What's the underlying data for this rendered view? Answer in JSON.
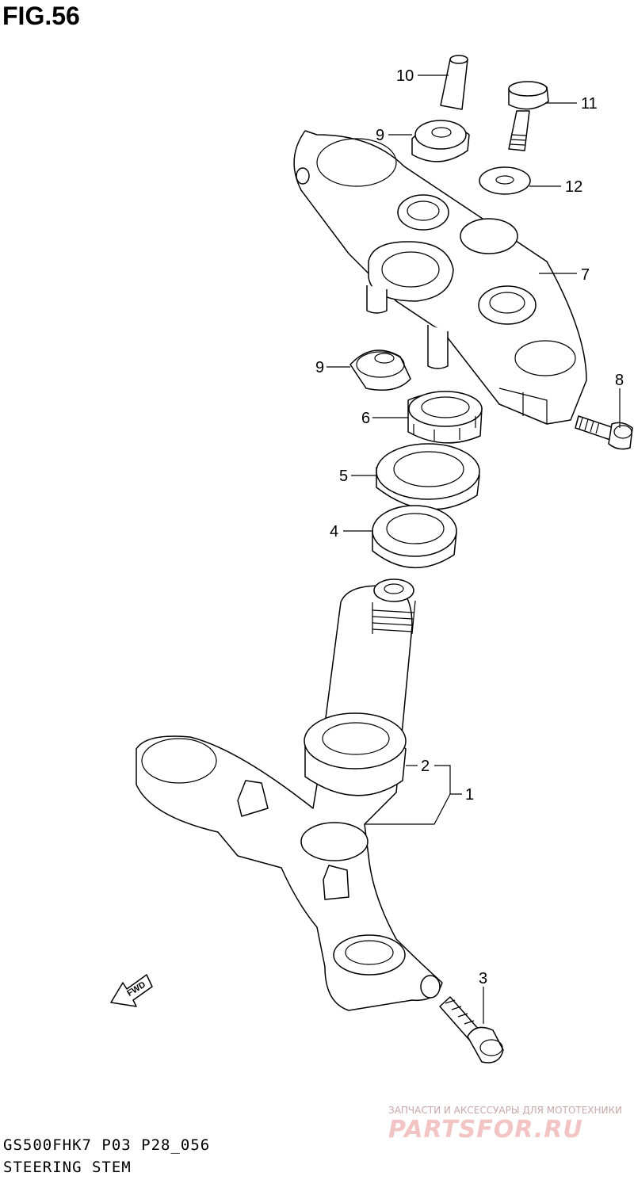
{
  "figure": {
    "title": "FIG.56",
    "model_code": "GS500FHK7  P03 P28_056",
    "section_name": "STEERING STEM"
  },
  "callouts": {
    "c1": "1",
    "c2": "2",
    "c3": "3",
    "c4": "4",
    "c5": "5",
    "c6": "6",
    "c7": "7",
    "c8": "8",
    "c9a": "9",
    "c9b": "9",
    "c10": "10",
    "c11": "11",
    "c12": "12"
  },
  "direction_arrow": {
    "label": "FWD",
    "icon": "forward-arrow-icon"
  },
  "watermark": {
    "tagline": "ЗАПЧАСТИ И АКСЕССУАРЫ ДЛЯ МОТОТЕХНИКИ",
    "brand": "PARTSFOR.RU",
    "color": "#f2c4c4"
  }
}
